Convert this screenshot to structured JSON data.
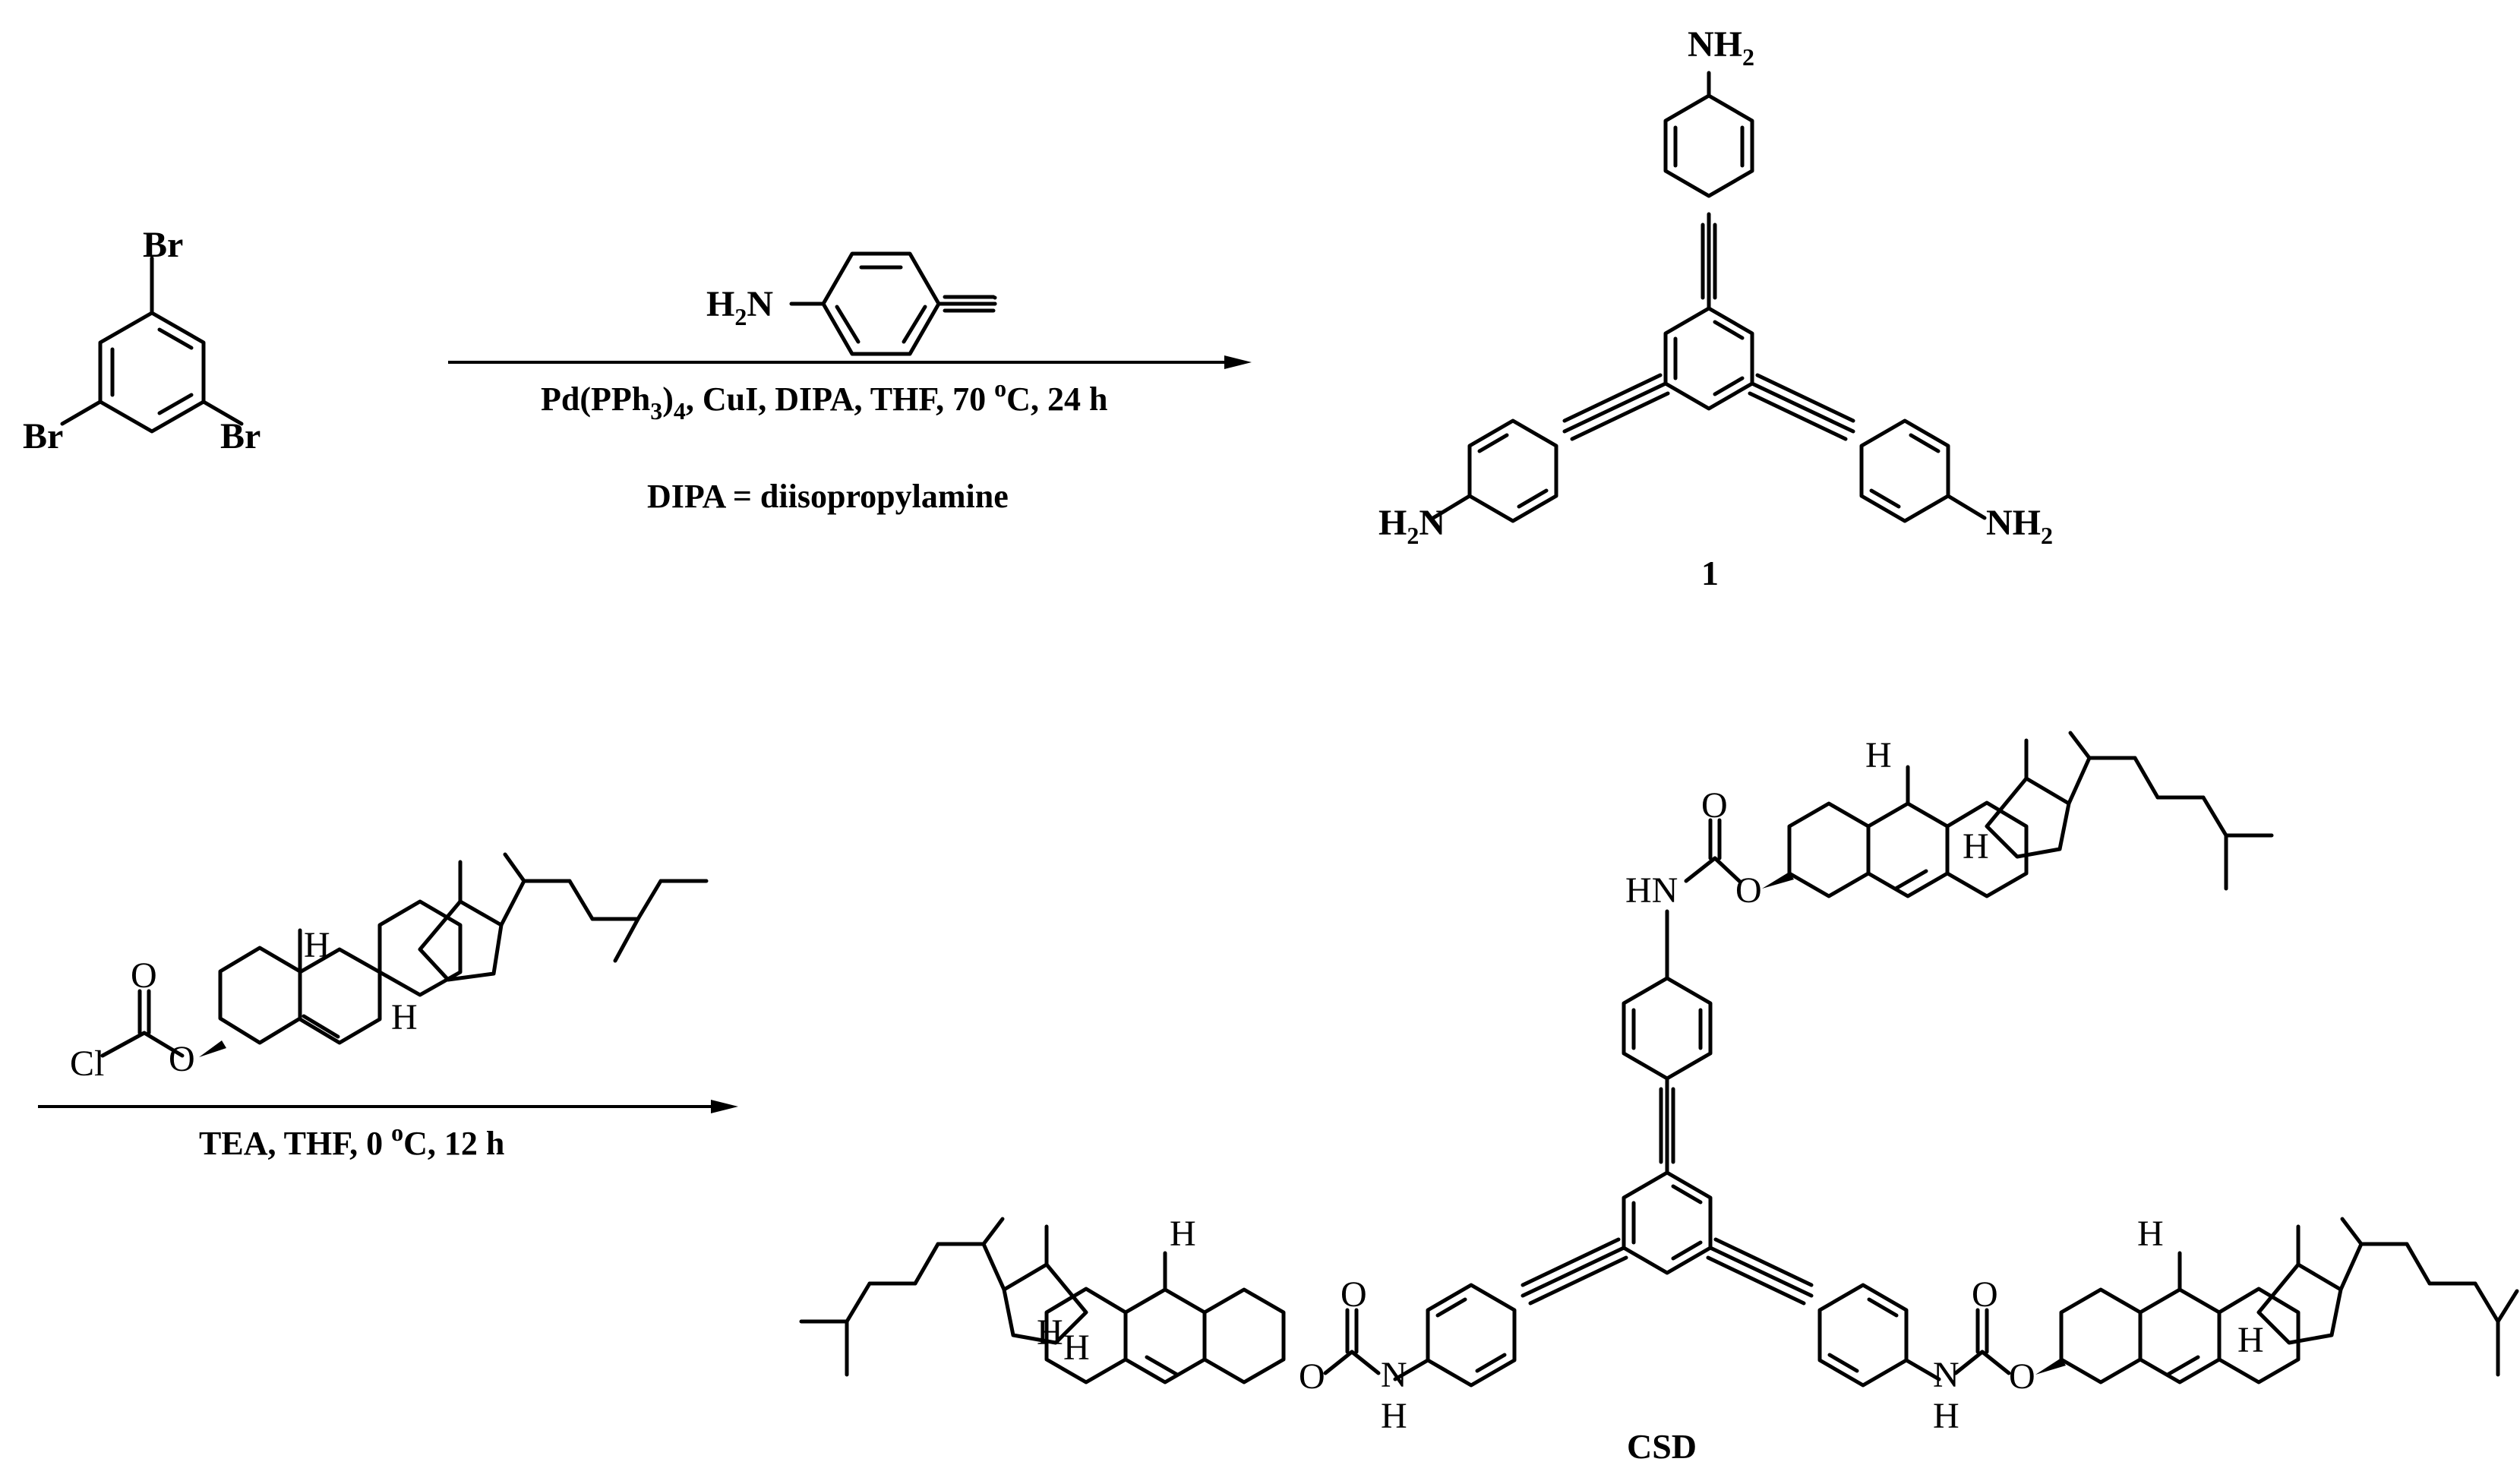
{
  "reaction1": {
    "reagent_formula": "H2N",
    "conditions_prefix": "Pd(PPh",
    "conditions_sub3": "3",
    "conditions_mid": ")",
    "conditions_sub4": "4",
    "conditions_rest": ", CuI, DIPA, THF, 70 ",
    "conditions_deg": "o",
    "conditions_end": "C, 24 h",
    "footnote": "DIPA = diisopropylamine"
  },
  "reaction2": {
    "conditions_prefix": "TEA, THF, 0 ",
    "conditions_deg": "o",
    "conditions_end": "C, 12 h"
  },
  "atoms": {
    "br": "Br",
    "nh2_n": "NH",
    "nh2_sub": "2",
    "h2n_h": "H",
    "h2n_sub": "2",
    "h2n_n": "N",
    "cl": "Cl",
    "o": "O",
    "h": "H",
    "n": "N",
    "hn": "HN"
  },
  "labels": {
    "product1": "1",
    "product2": "CSD"
  }
}
